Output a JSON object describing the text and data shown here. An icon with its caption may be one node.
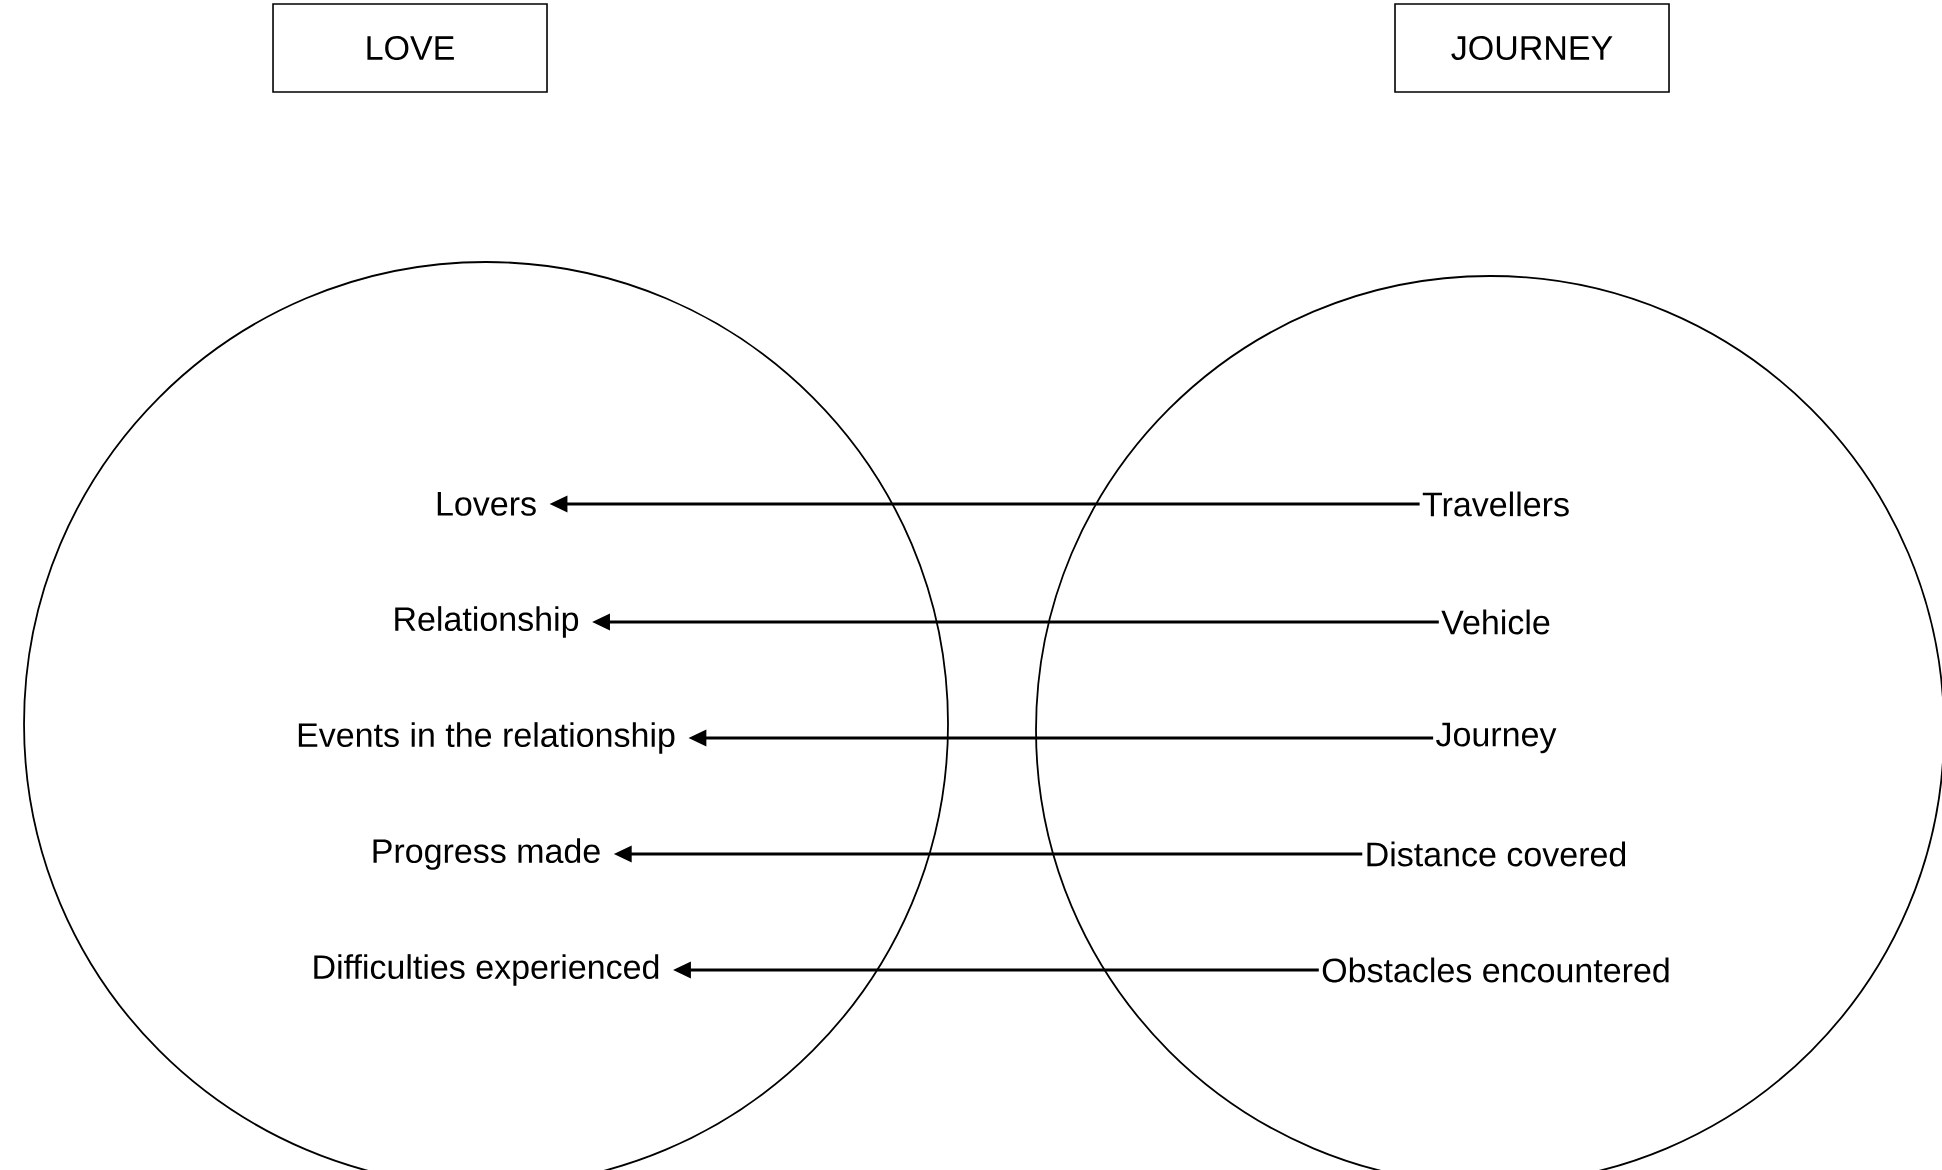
{
  "diagram": {
    "nodes": [
      {
        "text": [
          "LOVE"
        ]
      },
      {
        "text": [
          "JOURNEY"
        ]
      },
      {
        "text": [],
        "shape": "circle"
      },
      {
        "text": [],
        "shape": "circle"
      },
      {
        "text": [
          "Lovers"
        ],
        "in": 2
      },
      {
        "text": [
          "Travellers"
        ],
        "in": 3
      },
      {
        "text": [
          "Relationship"
        ],
        "in": 2
      },
      {
        "text": [
          "Vehicle"
        ],
        "in": 3
      },
      {
        "text": [
          "Events in the relationship"
        ],
        "in": 2
      },
      {
        "text": [
          "Journey"
        ],
        "in": 3
      },
      {
        "text": [
          "Progress made"
        ],
        "in": 2
      },
      {
        "text": [
          "Distance covered"
        ],
        "in": 3
      },
      {
        "text": [
          "Difficulties experienced"
        ],
        "in": 2
      },
      {
        "text": [
          "Obstacles encountered"
        ],
        "in": 3
      }
    ],
    "edges": [
      {
        "from": 5,
        "to": 4,
        "arrow": "to"
      },
      {
        "from": 7,
        "to": 6,
        "arrow": "to"
      },
      {
        "from": 9,
        "to": 8,
        "arrow": "to"
      },
      {
        "from": 11,
        "to": 10,
        "arrow": "to"
      },
      {
        "from": 13,
        "to": 12,
        "arrow": "to"
      }
    ]
  }
}
